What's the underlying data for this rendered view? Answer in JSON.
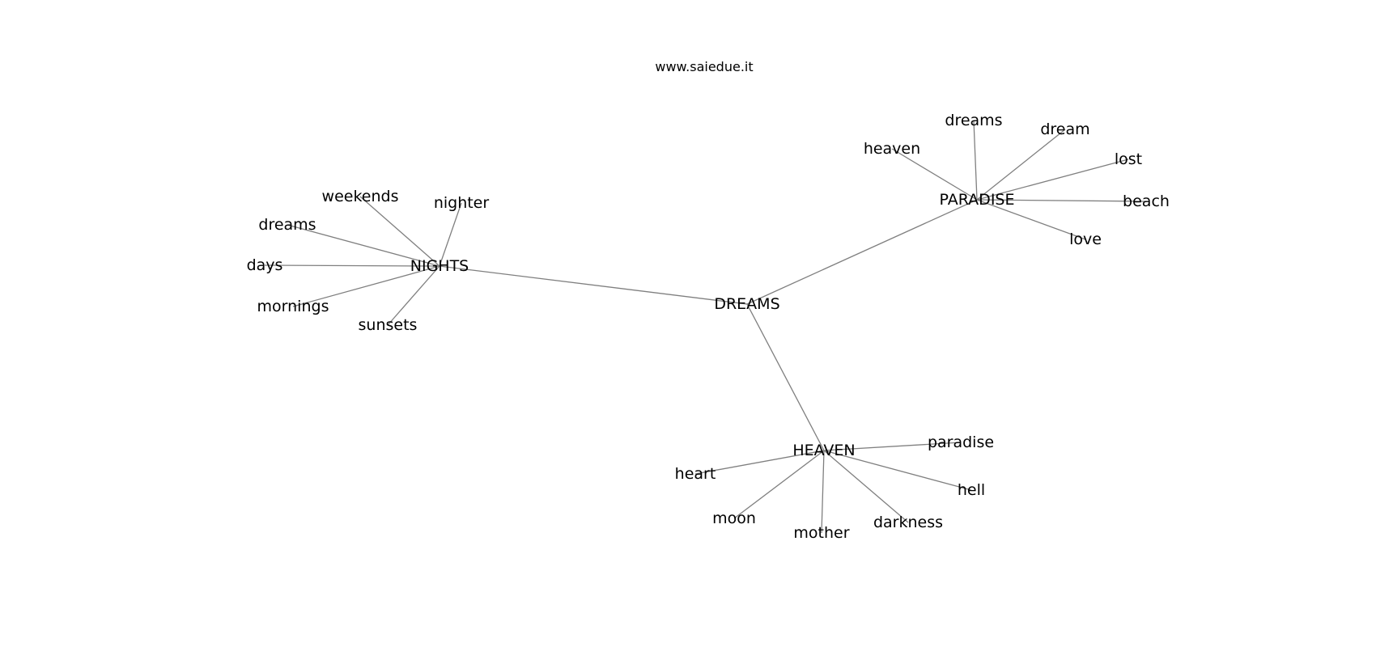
{
  "source": "www.saiedue.it",
  "nodes": [
    {
      "id": "DREAMS",
      "label": "DREAMS"
    },
    {
      "id": "NIGHTS",
      "label": "NIGHTS"
    },
    {
      "id": "PARADISE",
      "label": "PARADISE"
    },
    {
      "id": "HEAVEN",
      "label": "HEAVEN"
    },
    {
      "id": "n_weekends",
      "label": "weekends"
    },
    {
      "id": "n_nighter",
      "label": "nighter"
    },
    {
      "id": "n_dreams",
      "label": "dreams"
    },
    {
      "id": "n_days",
      "label": "days"
    },
    {
      "id": "n_mornings",
      "label": "mornings"
    },
    {
      "id": "n_sunsets",
      "label": "sunsets"
    },
    {
      "id": "p_dreams",
      "label": "dreams"
    },
    {
      "id": "p_dream",
      "label": "dream"
    },
    {
      "id": "p_heaven",
      "label": "heaven"
    },
    {
      "id": "p_lost",
      "label": "lost"
    },
    {
      "id": "p_beach",
      "label": "beach"
    },
    {
      "id": "p_love",
      "label": "love"
    },
    {
      "id": "h_paradise",
      "label": "paradise"
    },
    {
      "id": "h_heart",
      "label": "heart"
    },
    {
      "id": "h_hell",
      "label": "hell"
    },
    {
      "id": "h_moon",
      "label": "moon"
    },
    {
      "id": "h_mother",
      "label": "mother"
    },
    {
      "id": "h_darkness",
      "label": "darkness"
    }
  ],
  "edges": [
    [
      "DREAMS",
      "NIGHTS"
    ],
    [
      "DREAMS",
      "PARADISE"
    ],
    [
      "DREAMS",
      "HEAVEN"
    ],
    [
      "NIGHTS",
      "n_weekends"
    ],
    [
      "NIGHTS",
      "n_nighter"
    ],
    [
      "NIGHTS",
      "n_dreams"
    ],
    [
      "NIGHTS",
      "n_days"
    ],
    [
      "NIGHTS",
      "n_mornings"
    ],
    [
      "NIGHTS",
      "n_sunsets"
    ],
    [
      "PARADISE",
      "p_dreams"
    ],
    [
      "PARADISE",
      "p_dream"
    ],
    [
      "PARADISE",
      "p_heaven"
    ],
    [
      "PARADISE",
      "p_lost"
    ],
    [
      "PARADISE",
      "p_beach"
    ],
    [
      "PARADISE",
      "p_love"
    ],
    [
      "HEAVEN",
      "h_paradise"
    ],
    [
      "HEAVEN",
      "h_heart"
    ],
    [
      "HEAVEN",
      "h_hell"
    ],
    [
      "HEAVEN",
      "h_moon"
    ],
    [
      "HEAVEN",
      "h_mother"
    ],
    [
      "HEAVEN",
      "h_darkness"
    ]
  ],
  "colors": {
    "edge": "#7f7f7f",
    "text": "#000000",
    "background": "#ffffff"
  }
}
